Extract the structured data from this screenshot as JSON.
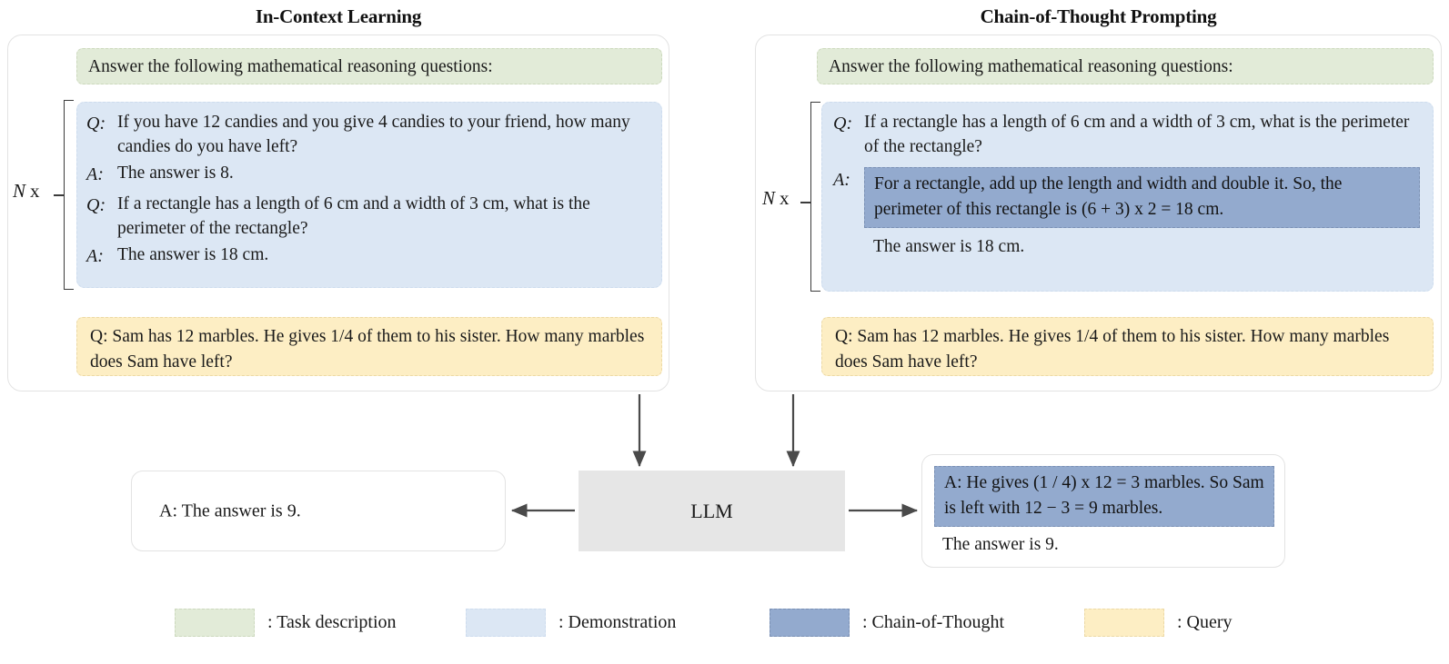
{
  "columns": {
    "left": {
      "title": "In-Context Learning"
    },
    "right": {
      "title": "Chain-of-Thought Prompting"
    }
  },
  "task_description": "Answer the following mathematical reasoning questions:",
  "repeat_marker": {
    "n": "N",
    "times": "x"
  },
  "icl": {
    "demonstrations": [
      {
        "q_label": "Q:",
        "q_text": "If you have 12 candies and you give 4 candies to your friend, how many candies do you have left?",
        "a_label": "A:",
        "a_text": "The answer is 8."
      },
      {
        "q_label": "Q:",
        "q_text": "If a rectangle has a length of 6 cm and a width of 3 cm, what is the perimeter of the rectangle?",
        "a_label": "A:",
        "a_text": "The answer is 18 cm."
      }
    ],
    "query": "Q:    Sam has 12 marbles. He gives 1/4 of them to his sister. How many marbles does Sam have left?"
  },
  "cot": {
    "demonstration": {
      "q_label": "Q:",
      "q_text": "If a rectangle has a length of 6 cm and a width of 3 cm, what is the perimeter of the rectangle?",
      "a_label": "A:",
      "rationale": "For a rectangle, add up the length and width and double it. So, the perimeter of this rectangle is (6 + 3) x 2 = 18 cm.",
      "a_text": "The answer is 18 cm."
    },
    "query": "Q:    Sam has 12 marbles. He gives 1/4 of them to his sister. How many marbles does Sam have left?"
  },
  "model": {
    "label": "LLM"
  },
  "outputs": {
    "left": {
      "text": "A: The answer is 9."
    },
    "right": {
      "rationale": "A: He gives (1 / 4) x 12 = 3 marbles. So Sam is left with 12 − 3 = 9 marbles.",
      "answer": "The answer is 9."
    }
  },
  "legend": [
    {
      "key": "task-description",
      "label": ": Task description",
      "color": "#e2ebd8"
    },
    {
      "key": "demonstration",
      "label": ": Demonstration",
      "color": "#dce7f4"
    },
    {
      "key": "chain-of-thought",
      "label": ": Chain-of-Thought",
      "color": "#93aace"
    },
    {
      "key": "query",
      "label": ": Query",
      "color": "#fdeec4"
    }
  ]
}
